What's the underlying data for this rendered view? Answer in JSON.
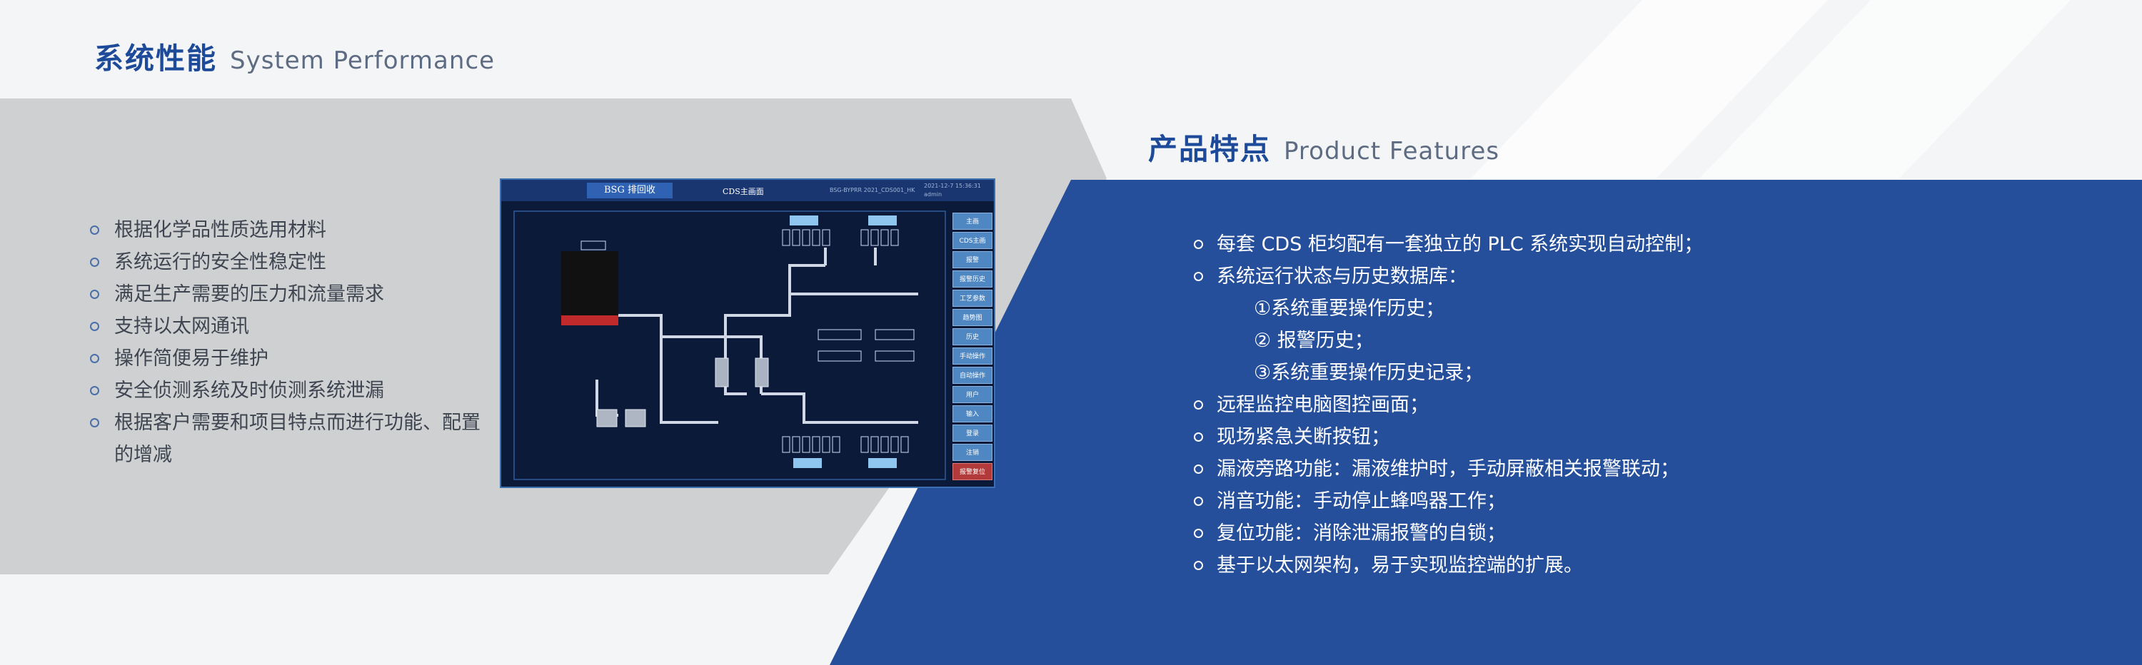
{
  "performance": {
    "title_cn": "系统性能",
    "title_en": "System Performance",
    "items": [
      "根据化学品性质选用材料",
      "系统运行的安全性稳定性",
      "满足生产需要的压力和流量需求",
      "支持以太网通讯",
      "操作简便易于维护",
      "安全侦测系统及时侦测系统泄漏",
      "根据客户需要和项目特点而进行功能、配置的增减"
    ]
  },
  "features": {
    "title_cn": "产品特点",
    "title_en": "Product Features",
    "items": [
      "每套 CDS 柜均配有一套独立的 PLC 系统实现自动控制；",
      "系统运行状态与历史数据库：",
      "①系统重要操作历史；",
      "② 报警历史；",
      "③系统重要操作历史记录；",
      "远程监控电脑图控画面；",
      "现场紧急关断按钮；",
      "漏液旁路功能：漏液维护时，手动屏蔽相关报警联动；",
      "消音功能：手动停止蜂鸣器工作；",
      "复位功能：消除泄漏报警的自锁；",
      "基于以太网架构，易于实现监控端的扩展。"
    ]
  },
  "screen": {
    "tab": "BSG 排回收",
    "title": "CDS主画面",
    "info": "BSG-BYPRR 2021_CDS001_HK",
    "date": "2021-12-7 15:36:31",
    "user": "admin",
    "menu": [
      "主画",
      "CDS主画",
      "报警",
      "报警历史",
      "工艺参数",
      "趋势图",
      "历史",
      "手动操作",
      "自动操作",
      "用户",
      "输入",
      "登录",
      "注销",
      "报警复位"
    ]
  },
  "colors": {
    "brand_blue": "#264f9b",
    "title_blue": "#1d4a99",
    "gray_band": "#cfd0d2",
    "scada_bg": "#0c1a3a"
  }
}
